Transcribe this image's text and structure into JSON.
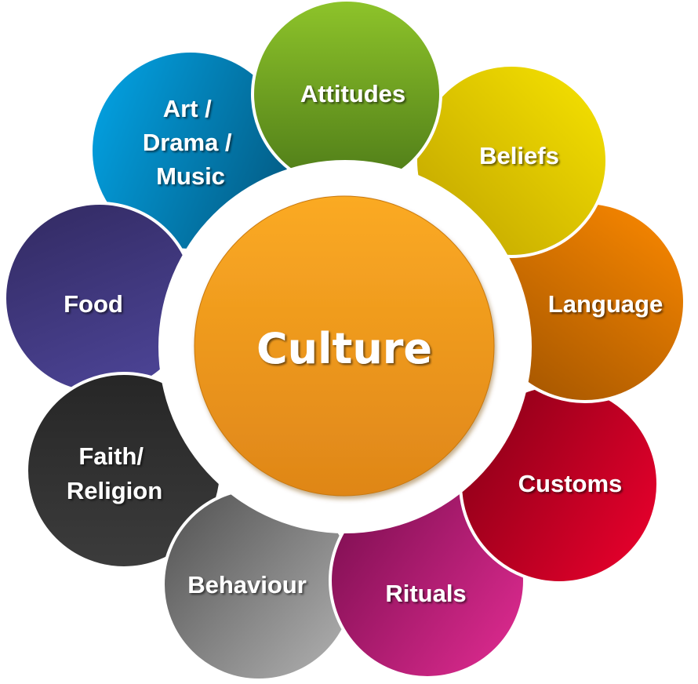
{
  "diagram": {
    "title": "Culture",
    "center": {
      "label": "Culture",
      "color_top": "#fbaa23",
      "color_bottom": "#df8618"
    },
    "petals": [
      {
        "id": "art",
        "lines": [
          "Art /",
          "Drama /",
          "Music"
        ],
        "color_light": "#039fdf",
        "color_dark": "#035c85"
      },
      {
        "id": "attitudes",
        "lines": [
          "Attitudes"
        ],
        "color_light": "#8ec42a",
        "color_dark": "#4d7a18"
      },
      {
        "id": "beliefs",
        "lines": [
          "Beliefs"
        ],
        "color_light": "#f2de00",
        "color_dark": "#c4a800"
      },
      {
        "id": "language",
        "lines": [
          "Language"
        ],
        "color_light": "#f08200",
        "color_dark": "#a85800"
      },
      {
        "id": "customs",
        "lines": [
          "Customs"
        ],
        "color_light": "#e8002c",
        "color_dark": "#8a0018"
      },
      {
        "id": "rituals",
        "lines": [
          "Rituals"
        ],
        "color_light": "#db2a8e",
        "color_dark": "#7c0e50"
      },
      {
        "id": "behaviour",
        "lines": [
          "Behaviour"
        ],
        "color_light": "#ababab",
        "color_dark": "#5e5e5e"
      },
      {
        "id": "faith",
        "lines": [
          "Faith/",
          "Religion"
        ],
        "color_light": "#3c3c3c",
        "color_dark": "#262626"
      },
      {
        "id": "food",
        "lines": [
          "Food"
        ],
        "color_light": "#4c4496",
        "color_dark": "#342c66"
      }
    ]
  }
}
